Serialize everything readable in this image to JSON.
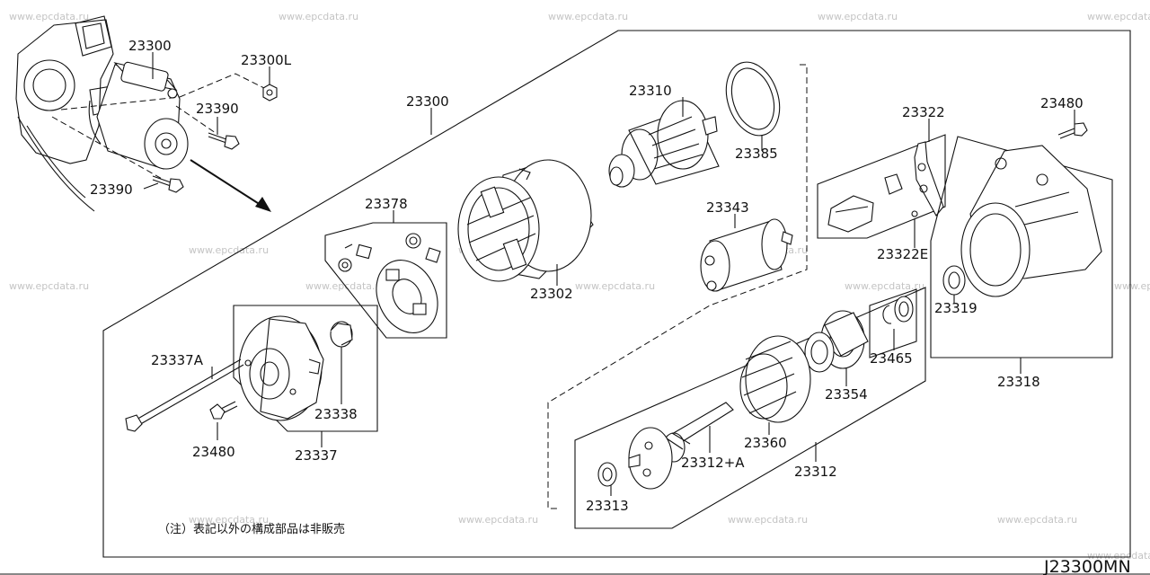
{
  "diagram_code": "J23300MN",
  "note": "（注）表記以外の構成部品は非販売",
  "watermark": "www.epcdata.ru",
  "parts": {
    "p23300_top": "23300",
    "p23300L": "23300L",
    "p23390_a": "23390",
    "p23390_b": "23390",
    "p23300_main": "23300",
    "p23310": "23310",
    "p23385": "23385",
    "p23322": "23322",
    "p23480_a": "23480",
    "p23378": "23378",
    "p23343": "23343",
    "p23322E": "23322E",
    "p23302": "23302",
    "p23319": "23319",
    "p23337A": "23337A",
    "p23465": "23465",
    "p23318": "23318",
    "p23354": "23354",
    "p23338": "23338",
    "p23360": "23360",
    "p23480_b": "23480",
    "p23337": "23337",
    "p23312A": "23312+A",
    "p23312": "23312",
    "p23313": "23313"
  }
}
